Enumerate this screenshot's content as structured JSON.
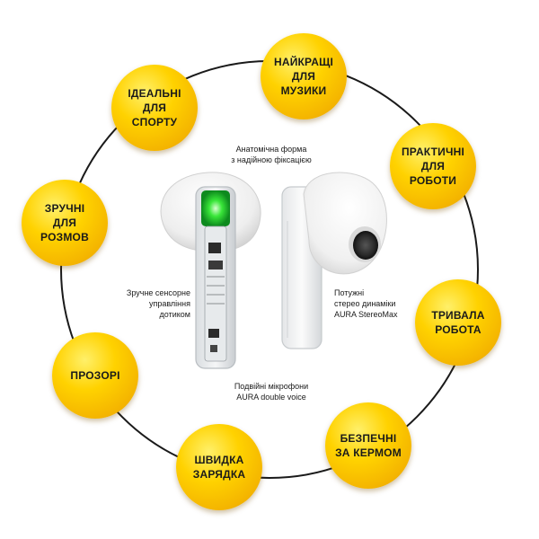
{
  "features": [
    {
      "id": "music",
      "label": "НАЙКРАЩІ\nДЛЯ\nМУЗИКИ"
    },
    {
      "id": "work",
      "label": "ПРАКТИЧНІ\nДЛЯ\nРОБОТИ"
    },
    {
      "id": "battery",
      "label": "ТРИВАЛА\nРОБОТА"
    },
    {
      "id": "driving",
      "label": "БЕЗПЕЧНІ\nЗА КЕРМОМ"
    },
    {
      "id": "charging",
      "label": "ШВИДКА\nЗАРЯДКА"
    },
    {
      "id": "transparent",
      "label": "ПРОЗОРІ"
    },
    {
      "id": "calls",
      "label": "ЗРУЧНІ\nДЛЯ\nРОЗМОВ"
    },
    {
      "id": "sport",
      "label": "ІДЕАЛЬНІ\nДЛЯ\nСПОРТУ"
    }
  ],
  "captions": {
    "anatomic": "Анатомічна форма\nз надійною фіксацією",
    "touch": "Зручне сенсорне\nуправління\nдотиком",
    "speakers": "Потужні\nстерео динаміки\nAURA StereoMax",
    "mics": "Подвійні мікрофони\nAURA double voice"
  },
  "colors": {
    "badge": "#ffd200",
    "ring": "#1a1a1a",
    "led": "#39e639"
  }
}
